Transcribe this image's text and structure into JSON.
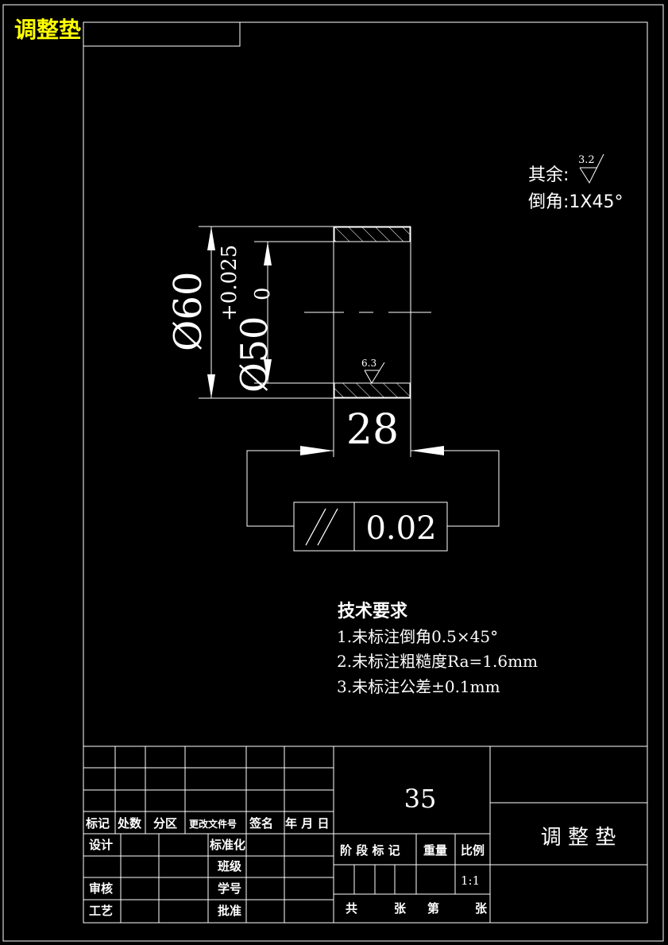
{
  "corner_title": "调整垫",
  "colors": {
    "background": "#000000",
    "line": "#ffffff",
    "corner_title": "#ffff00"
  },
  "surface_finish": {
    "rest_label": "其余:",
    "rest_value": "3.2",
    "chamfer_note": "倒角:1X45°",
    "bore_value": "6.3"
  },
  "dimensions": {
    "outer_diameter": "Ø60",
    "upper_tolerance": "+0.025",
    "lower_tolerance": "0",
    "inner_diameter": "Ø50",
    "width": "28"
  },
  "tolerance_frame": {
    "symbol": "parallelism",
    "value": "0.02"
  },
  "technical_requirements": {
    "heading": "技术要求",
    "items": [
      "1.未标注倒角0.5×45°",
      "2.未标注粗糙度Ra=1.6mm",
      "3.未标注公差±0.1mm"
    ]
  },
  "title_block": {
    "revision_headers": [
      "标记",
      "处数",
      "分区",
      "更改文件号",
      "签名",
      "年 月 日"
    ],
    "design": "设计",
    "standardization": "标准化",
    "class": "班级",
    "review": "审核",
    "student_id": "学号",
    "process": "工艺",
    "approval": "批准",
    "material": "35",
    "stage_mark": "阶 段 标 记",
    "weight": "重量",
    "scale": "比例",
    "scale_value": "1:1",
    "total": "共",
    "sheets": "张",
    "number": "第",
    "sheet": "张",
    "part_name": "调 整 垫"
  }
}
